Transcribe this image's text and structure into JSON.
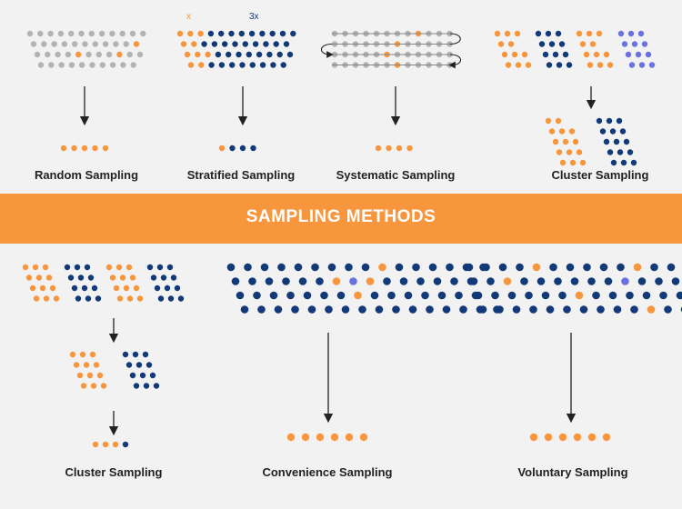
{
  "banner": {
    "title": "SAMPLING METHODS"
  },
  "colors": {
    "background": "#f2f2f2",
    "orange": "#f7963d",
    "navy": "#123a78",
    "gray": "#b3b3b3",
    "purple": "#6a72e0",
    "text": "#222222"
  },
  "top_row": {
    "random": {
      "label": "Random Sampling"
    },
    "stratified": {
      "label": "Stratified Sampling",
      "ratio_orange": "x",
      "ratio_navy": "3x"
    },
    "systematic": {
      "label": "Systematic Sampling"
    },
    "cluster": {
      "label": "Cluster Sampling"
    }
  },
  "bottom_row": {
    "cluster": {
      "label": "Cluster Sampling"
    },
    "convenience": {
      "label": "Convenience Sampling"
    },
    "voluntary": {
      "label": "Voluntary Sampling"
    }
  }
}
